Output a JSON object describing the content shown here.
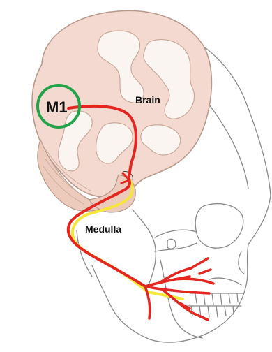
{
  "labels": {
    "m1": "M1",
    "brain": "Brain",
    "medulla": "Medulla"
  },
  "colors": {
    "pathway_red": "#e3261f",
    "pathway_yellow": "#f6e53a",
    "m1_circle": "#22a34a",
    "brain_fill": "#f3d9cf",
    "brain_outline": "#b89a8c",
    "skull_line": "#8a8a8a"
  }
}
